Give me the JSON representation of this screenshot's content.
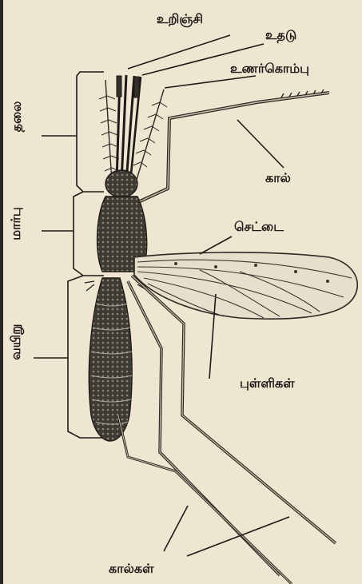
{
  "labels": {
    "proboscis": "உறிஞ்சி",
    "palp": "உதடு",
    "antenna": "உணர்கொம்பு",
    "leg": "கால்",
    "wing": "செட்டை",
    "spots": "புள்ளிகள்",
    "legs": "கால்கள்",
    "head": "தலை",
    "thorax": "மார்பு",
    "abdomen": "வயிறு"
  },
  "colors": {
    "paper": "#efe6d2",
    "ink": "#1d1a16"
  }
}
